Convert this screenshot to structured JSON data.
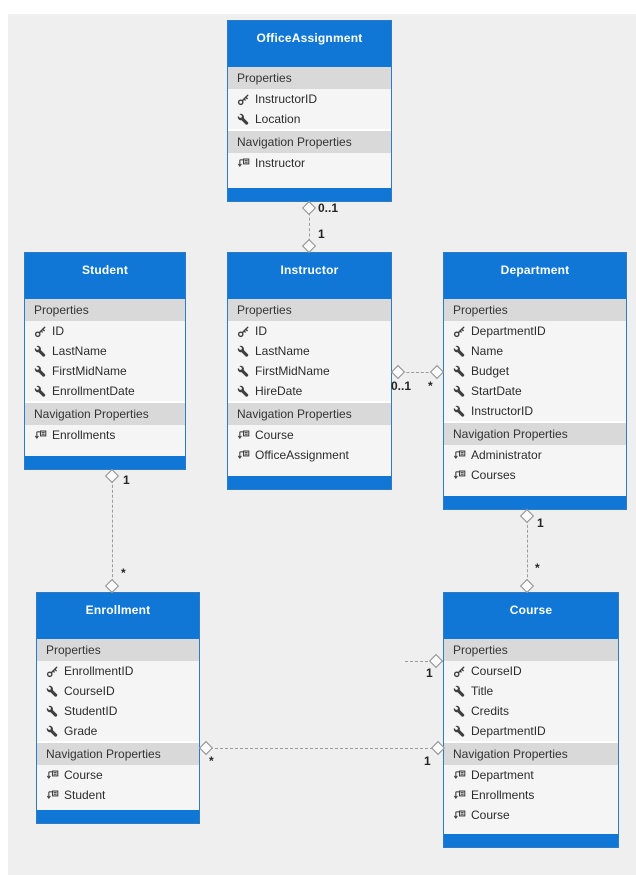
{
  "labels": {
    "properties_section": "Properties",
    "navigation_section": "Navigation Properties"
  },
  "entities": [
    {
      "name": "OfficeAssignment",
      "properties": [
        {
          "name": "InstructorID",
          "icon": "key-icon"
        },
        {
          "name": "Location",
          "icon": "wrench-icon"
        }
      ],
      "navigations": [
        {
          "name": "Instructor",
          "icon": "navigation-property-icon"
        }
      ]
    },
    {
      "name": "Student",
      "properties": [
        {
          "name": "ID",
          "icon": "key-icon"
        },
        {
          "name": "LastName",
          "icon": "wrench-icon"
        },
        {
          "name": "FirstMidName",
          "icon": "wrench-icon"
        },
        {
          "name": "EnrollmentDate",
          "icon": "wrench-icon"
        }
      ],
      "navigations": [
        {
          "name": "Enrollments",
          "icon": "navigation-property-icon"
        }
      ]
    },
    {
      "name": "Instructor",
      "properties": [
        {
          "name": "ID",
          "icon": "key-icon"
        },
        {
          "name": "LastName",
          "icon": "wrench-icon"
        },
        {
          "name": "FirstMidName",
          "icon": "wrench-icon"
        },
        {
          "name": "HireDate",
          "icon": "wrench-icon"
        }
      ],
      "navigations": [
        {
          "name": "Course",
          "icon": "navigation-property-icon"
        },
        {
          "name": "OfficeAssignment",
          "icon": "navigation-property-icon"
        }
      ]
    },
    {
      "name": "Department",
      "properties": [
        {
          "name": "DepartmentID",
          "icon": "key-icon"
        },
        {
          "name": "Name",
          "icon": "wrench-icon"
        },
        {
          "name": "Budget",
          "icon": "wrench-icon"
        },
        {
          "name": "StartDate",
          "icon": "wrench-icon"
        },
        {
          "name": "InstructorID",
          "icon": "wrench-icon"
        }
      ],
      "navigations": [
        {
          "name": "Administrator",
          "icon": "navigation-property-icon"
        },
        {
          "name": "Courses",
          "icon": "navigation-property-icon"
        }
      ]
    },
    {
      "name": "Enrollment",
      "properties": [
        {
          "name": "EnrollmentID",
          "icon": "key-icon"
        },
        {
          "name": "CourseID",
          "icon": "wrench-icon"
        },
        {
          "name": "StudentID",
          "icon": "wrench-icon"
        },
        {
          "name": "Grade",
          "icon": "wrench-icon"
        }
      ],
      "navigations": [
        {
          "name": "Course",
          "icon": "navigation-property-icon"
        },
        {
          "name": "Student",
          "icon": "navigation-property-icon"
        }
      ]
    },
    {
      "name": "Course",
      "properties": [
        {
          "name": "CourseID",
          "icon": "key-icon"
        },
        {
          "name": "Title",
          "icon": "wrench-icon"
        },
        {
          "name": "Credits",
          "icon": "wrench-icon"
        },
        {
          "name": "DepartmentID",
          "icon": "wrench-icon"
        }
      ],
      "navigations": [
        {
          "name": "Department",
          "icon": "navigation-property-icon"
        },
        {
          "name": "Enrollments",
          "icon": "navigation-property-icon"
        },
        {
          "name": "Course",
          "icon": "navigation-property-icon"
        }
      ]
    }
  ],
  "associations": [
    {
      "from": "OfficeAssignment",
      "to": "Instructor",
      "from_multiplicity": "0..1",
      "to_multiplicity": "1"
    },
    {
      "from": "Instructor",
      "to": "Department",
      "from_multiplicity": "0..1",
      "to_multiplicity": "*"
    },
    {
      "from": "Student",
      "to": "Enrollment",
      "from_multiplicity": "1",
      "to_multiplicity": "*"
    },
    {
      "from": "Department",
      "to": "Course",
      "from_multiplicity": "1",
      "to_multiplicity": "*"
    },
    {
      "from": "Enrollment",
      "to": "Course",
      "from_multiplicity": "*",
      "to_multiplicity": "1"
    },
    {
      "from": "",
      "to": "Course",
      "from_multiplicity": "",
      "to_multiplicity": "1"
    }
  ],
  "colors": {
    "accent_blue": "#1177d7",
    "section_band": "#d9d9d9",
    "box_background": "#f5f5f5",
    "box_border": "#2f7ac5",
    "connector": "#9b9b9b",
    "page_background": "#efefef"
  }
}
